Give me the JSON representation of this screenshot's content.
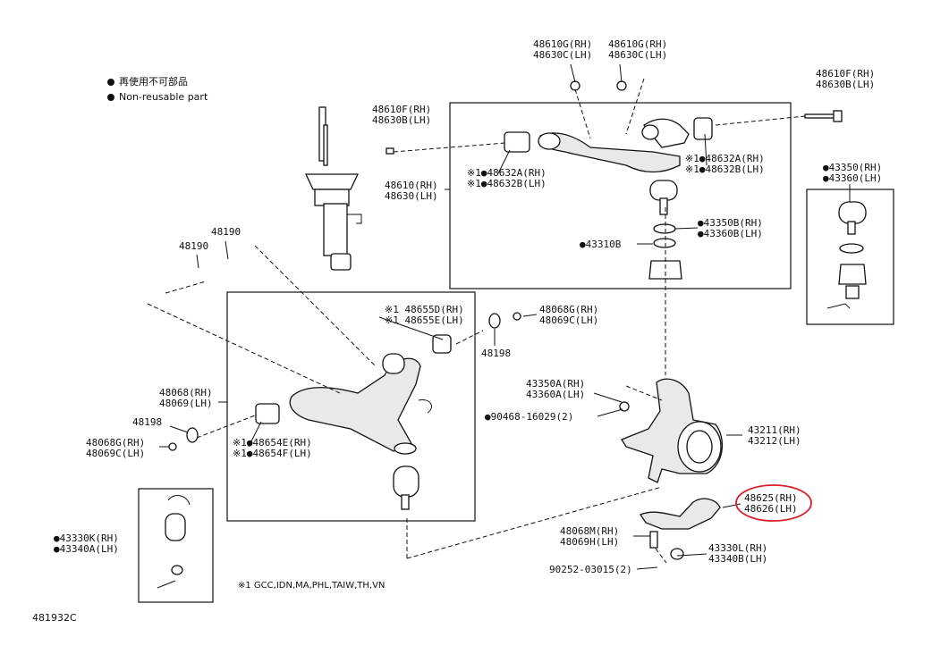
{
  "legend": {
    "reusable_jp": "再使用不可部品",
    "nonreusable": "Non-reusable part"
  },
  "footnote": "※1 GCC,IDN,MA,PHL,TAIW,TH,VN",
  "figure_id": "481932C",
  "labels": {
    "l48610g_a": [
      "48610G(RH)",
      "48630C(LH)"
    ],
    "l48610g_b": [
      "48610G(RH)",
      "48630C(LH)"
    ],
    "l48610f_r": [
      "48610F(RH)",
      "48630B(LH)"
    ],
    "l48610f_l": [
      "48610F(RH)",
      "48630B(LH)"
    ],
    "l48610": [
      "48610(RH)",
      "48630(LH)"
    ],
    "l48632_l": [
      "※1●48632A(RH)",
      "※1●48632B(LH)"
    ],
    "l48632_r": [
      "※1●48632A(RH)",
      "※1●48632B(LH)"
    ],
    "l43350_r": [
      "●43350(RH)",
      "●43360(LH)"
    ],
    "l43350b": [
      "●43350B(RH)",
      "●43360B(LH)"
    ],
    "l43310b": [
      "●43310B"
    ],
    "l48190_a": [
      "48190"
    ],
    "l48190_b": [
      "48190"
    ],
    "l48655": [
      "※1 48655D(RH)",
      "※1 48655E(LH)"
    ],
    "l48068g_top": [
      "48068G(RH)",
      "48069C(LH)"
    ],
    "l48198_top": [
      "48198"
    ],
    "l48068": [
      "48068(RH)",
      "48069(LH)"
    ],
    "l48198_left": [
      "48198"
    ],
    "l48068g_left": [
      "48068G(RH)",
      "48069C(LH)"
    ],
    "l48654": [
      "※1●48654E(RH)",
      "※1●48654F(LH)"
    ],
    "l43350a": [
      "43350A(RH)",
      "43360A(LH)"
    ],
    "l90468": [
      "●90468-16029(2)"
    ],
    "l43211": [
      "43211(RH)",
      "43212(LH)"
    ],
    "l48625": [
      "48625(RH)",
      "48626(LH)"
    ],
    "l48068m": [
      "48068M(RH)",
      "48069H(LH)"
    ],
    "l43330l": [
      "43330L(RH)",
      "43340B(LH)"
    ],
    "l90252": [
      "90252-03015(2)"
    ],
    "l43330k": [
      "●43330K(RH)",
      "●43340A(LH)"
    ]
  },
  "highlight_color": "#d9202a"
}
